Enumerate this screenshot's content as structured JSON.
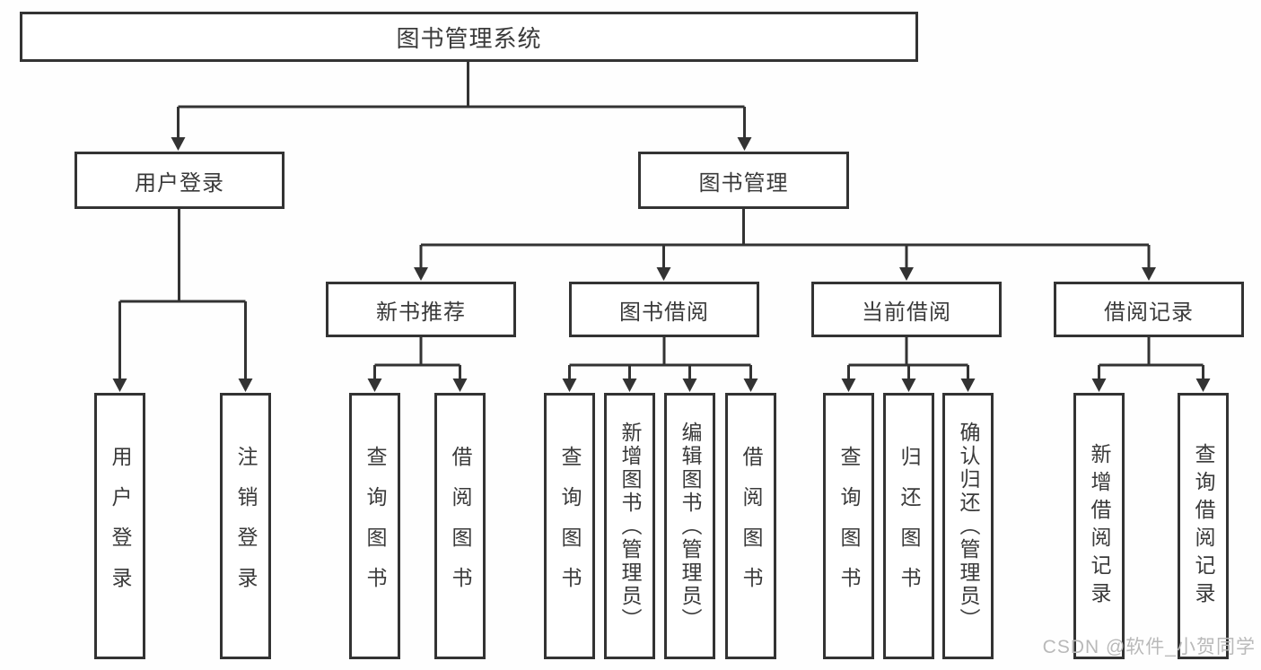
{
  "diagram": {
    "type": "hierarchy-tree",
    "colors": {
      "line": "#333333",
      "box_border": "#333333",
      "box_fill": "#ffffff",
      "text": "#3a3a3a",
      "watermark": "#b9b9b9"
    },
    "tree": {
      "root": {
        "label": "图书管理系统"
      },
      "level2": [
        {
          "label": "用户登录",
          "children": [
            "用户登录",
            "注销登录"
          ]
        },
        {
          "label": "图书管理"
        }
      ],
      "level3": [
        {
          "label": "新书推荐",
          "children": [
            "查询图书",
            "借阅图书"
          ]
        },
        {
          "label": "图书借阅",
          "children": [
            "查询图书",
            "新增图书（管理员）",
            "编辑图书（管理员）",
            "借阅图书"
          ]
        },
        {
          "label": "当前借阅",
          "children": [
            "查询图书",
            "归还图书",
            "确认归还（管理员）"
          ]
        },
        {
          "label": "借阅记录",
          "children": [
            "新增借阅记录",
            "查询借阅记录"
          ]
        }
      ]
    }
  },
  "watermark": {
    "text": "CSDN @软件_小贺同学"
  }
}
